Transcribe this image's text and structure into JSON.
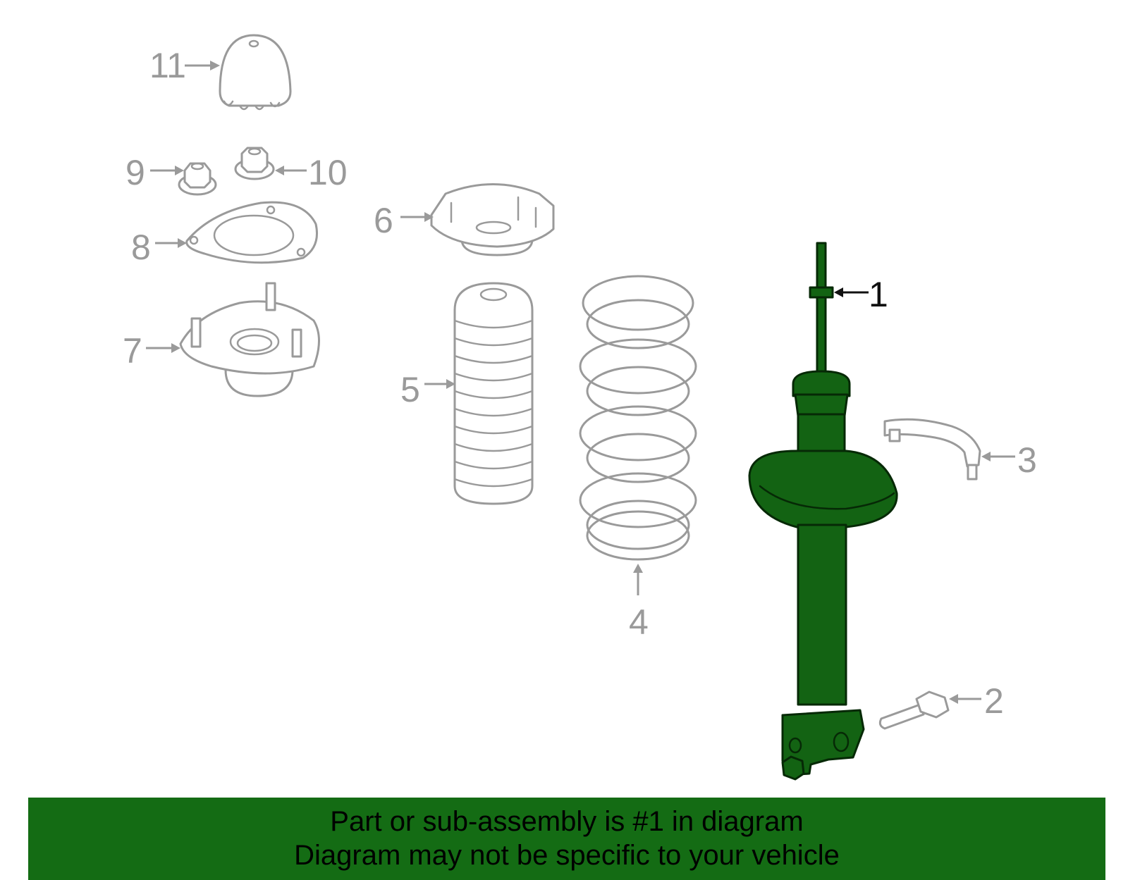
{
  "callouts": {
    "part1": "1",
    "part2": "2",
    "part3": "3",
    "part4": "4",
    "part5": "5",
    "part6": "6",
    "part7": "7",
    "part8": "8",
    "part9": "9",
    "part10": "10",
    "part11": "11"
  },
  "highlight_color": "#146c14",
  "banner": {
    "line1": "Part or sub-assembly is #1 in diagram",
    "line2": "Diagram may not be specific to your vehicle"
  }
}
